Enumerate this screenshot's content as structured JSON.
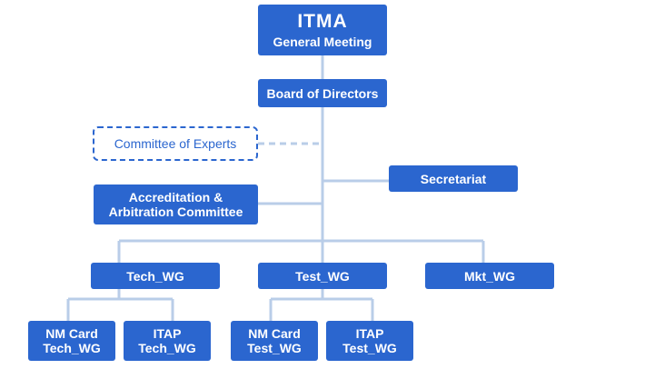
{
  "colors": {
    "box": "#2b66cf",
    "connector": "#b9cde8",
    "text_on_box": "#ffffff"
  },
  "nodes": {
    "general_meeting": {
      "logo": "ITMA",
      "label": "General Meeting"
    },
    "board": {
      "label": "Board of Directors"
    },
    "committee_experts": {
      "label": "Committee of Experts"
    },
    "secretariat": {
      "label": "Secretariat"
    },
    "accreditation": {
      "line1": "Accreditation &",
      "line2": "Arbitration Committee"
    },
    "tech_wg": {
      "label": "Tech_WG"
    },
    "test_wg": {
      "label": "Test_WG"
    },
    "mkt_wg": {
      "label": "Mkt_WG"
    },
    "nm_card_tech": {
      "line1": "NM Card",
      "line2": "Tech_WG"
    },
    "itap_tech": {
      "line1": "ITAP",
      "line2": "Tech_WG"
    },
    "nm_card_test": {
      "line1": "NM Card",
      "line2": "Test_WG"
    },
    "itap_test": {
      "line1": "ITAP",
      "line2": "Test_WG"
    }
  }
}
